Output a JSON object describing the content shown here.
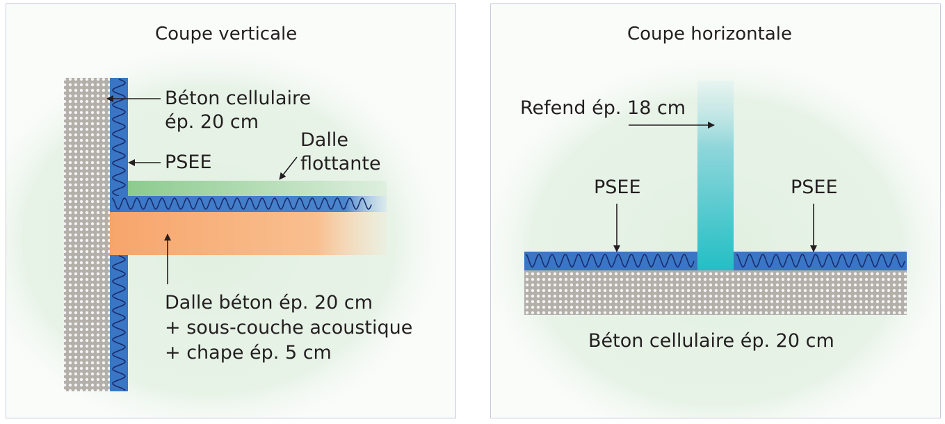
{
  "left_panel": {
    "title": "Coupe verticale",
    "labels": {
      "wall_line1": "Béton cellulaire",
      "wall_line2": "ép. 20 cm",
      "psee": "PSEE",
      "floating_line1": "Dalle",
      "floating_line2": "flottante",
      "slab_line1": "Dalle béton ép. 20 cm",
      "slab_line2": "+ sous-couche acoustique",
      "slab_line3": "+ chape ép. 5 cm"
    }
  },
  "right_panel": {
    "title": "Coupe horizontale",
    "labels": {
      "refend": "Refend ép. 18 cm",
      "psee_left": "PSEE",
      "psee_right": "PSEE",
      "wall": "Béton cellulaire ép. 20 cm"
    }
  },
  "colors": {
    "insulation_blue": "#3a76c4",
    "wave_line": "#1a2c6e",
    "concrete_grey": "#b3afa9",
    "dot_white": "#f4f4f4",
    "floating_slab_green": "#8ccb8e",
    "concrete_slab_orange": "#f7a56b",
    "refend_teal": "#22bfc5",
    "panel_border": "#c9c9dd"
  }
}
